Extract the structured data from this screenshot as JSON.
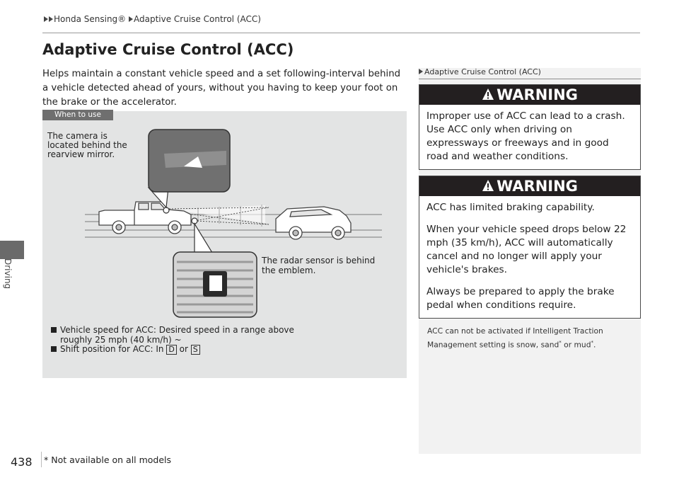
{
  "breadcrumb": {
    "items": [
      "Honda Sensing®",
      "Adaptive Cruise Control (ACC)"
    ]
  },
  "side_tab": {
    "label": "Driving"
  },
  "title": "Adaptive Cruise Control (ACC)",
  "intro": "Helps maintain a constant vehicle speed and a set following-interval behind a vehicle detected ahead of yours, without you having to keep your foot on the brake or the accelerator.",
  "when_to_use": {
    "tab_label": "When to use",
    "camera_caption": "The camera is located behind the rearview mirror.",
    "radar_caption": "The radar sensor is behind the emblem.",
    "speed_bullet_1": "Vehicle speed for ACC: Desired speed in a range above",
    "speed_bullet_2": "roughly 25 mph (40 km/h) ~",
    "shift_bullet": "Shift position for ACC: In",
    "gear_d": "D",
    "or": "or",
    "gear_s": "S"
  },
  "sidebar": {
    "header": "Adaptive Cruise Control (ACC)",
    "warning_label": "WARNING",
    "warning1": "Improper use of ACC can lead to a crash. Use ACC only when driving on expressways or freeways and in good road and weather conditions.",
    "warning2_p1": "ACC has limited braking capability.",
    "warning2_p2": "When your vehicle speed drops below 22 mph (35 km/h), ACC will automatically cancel and no longer will apply your vehicle's brakes.",
    "warning2_p3": "Always be prepared to apply the brake pedal when conditions require.",
    "note_a": "ACC can not be activated if Intelligent Traction Management setting is snow, sand",
    "note_b": " or mud",
    "note_c": ".",
    "asterisk": "*"
  },
  "page_number": "438",
  "footnote": "* Not available on all models",
  "colors": {
    "warning_bar": "#231f20",
    "when_box": "#e3e4e4",
    "sidebar_bg": "#f2f2f2",
    "side_tab": "#6a6a6a"
  }
}
